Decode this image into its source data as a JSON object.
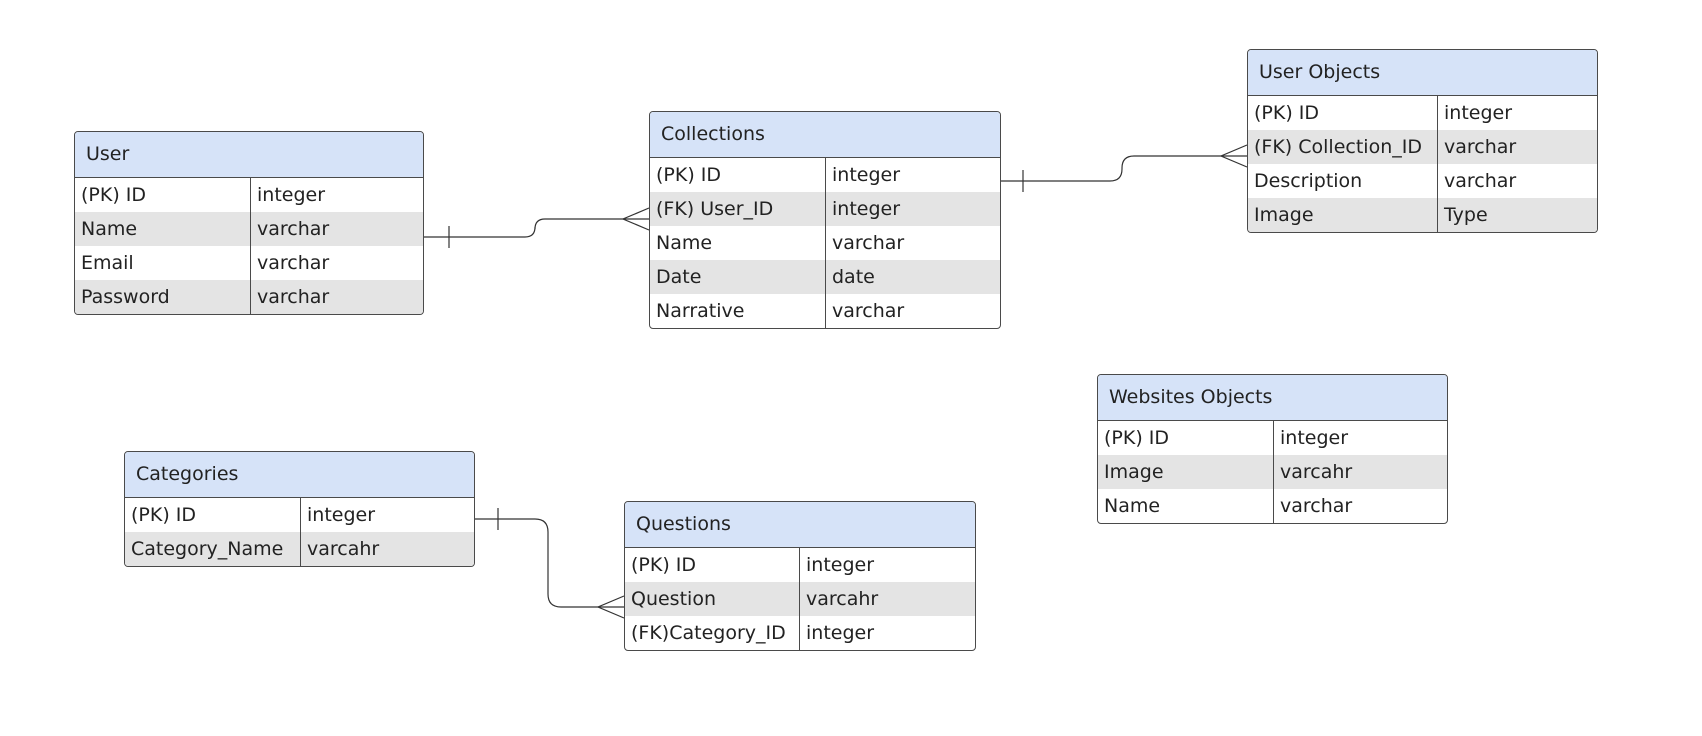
{
  "entities": [
    {
      "id": "user",
      "title": "User",
      "rows": [
        {
          "name": "(PK) ID",
          "type": "integer"
        },
        {
          "name": "Name",
          "type": "varchar"
        },
        {
          "name": "Email",
          "type": "varchar"
        },
        {
          "name": "Password",
          "type": "varchar"
        }
      ]
    },
    {
      "id": "collections",
      "title": "Collections",
      "rows": [
        {
          "name": "(PK) ID",
          "type": "integer"
        },
        {
          "name": "(FK) User_ID",
          "type": "integer"
        },
        {
          "name": "Name",
          "type": "varchar"
        },
        {
          "name": "Date",
          "type": "date"
        },
        {
          "name": "Narrative",
          "type": "varchar"
        }
      ]
    },
    {
      "id": "user-objects",
      "title": "User Objects",
      "rows": [
        {
          "name": "(PK) ID",
          "type": "integer"
        },
        {
          "name": "(FK) Collection_ID",
          "type": "varchar"
        },
        {
          "name": "Description",
          "type": "varchar"
        },
        {
          "name": "Image",
          "type": "Type"
        }
      ]
    },
    {
      "id": "websites-objects",
      "title": "Websites Objects",
      "rows": [
        {
          "name": "(PK) ID",
          "type": "integer"
        },
        {
          "name": "Image",
          "type": "varcahr"
        },
        {
          "name": "Name",
          "type": "varchar"
        }
      ]
    },
    {
      "id": "categories",
      "title": "Categories",
      "rows": [
        {
          "name": "(PK) ID",
          "type": "integer"
        },
        {
          "name": "Category_Name",
          "type": "varcahr"
        }
      ]
    },
    {
      "id": "questions",
      "title": "Questions",
      "rows": [
        {
          "name": "(PK) ID",
          "type": "integer"
        },
        {
          "name": "Question",
          "type": "varcahr"
        },
        {
          "name": "(FK)Category_ID",
          "type": "integer"
        }
      ]
    }
  ],
  "relationships": [
    {
      "id": "user-collections",
      "from": "user",
      "to": "collections",
      "from_cardinality": "one",
      "to_cardinality": "many"
    },
    {
      "id": "collections-user-objects",
      "from": "collections",
      "to": "user-objects",
      "from_cardinality": "one",
      "to_cardinality": "many"
    },
    {
      "id": "categories-questions",
      "from": "categories",
      "to": "questions",
      "from_cardinality": "one",
      "to_cardinality": "many"
    }
  ],
  "colors": {
    "header_fill": "#d6e3f8",
    "shaded_row": "#e4e4e4",
    "border": "#4a4a4a",
    "connector": "#333333"
  }
}
